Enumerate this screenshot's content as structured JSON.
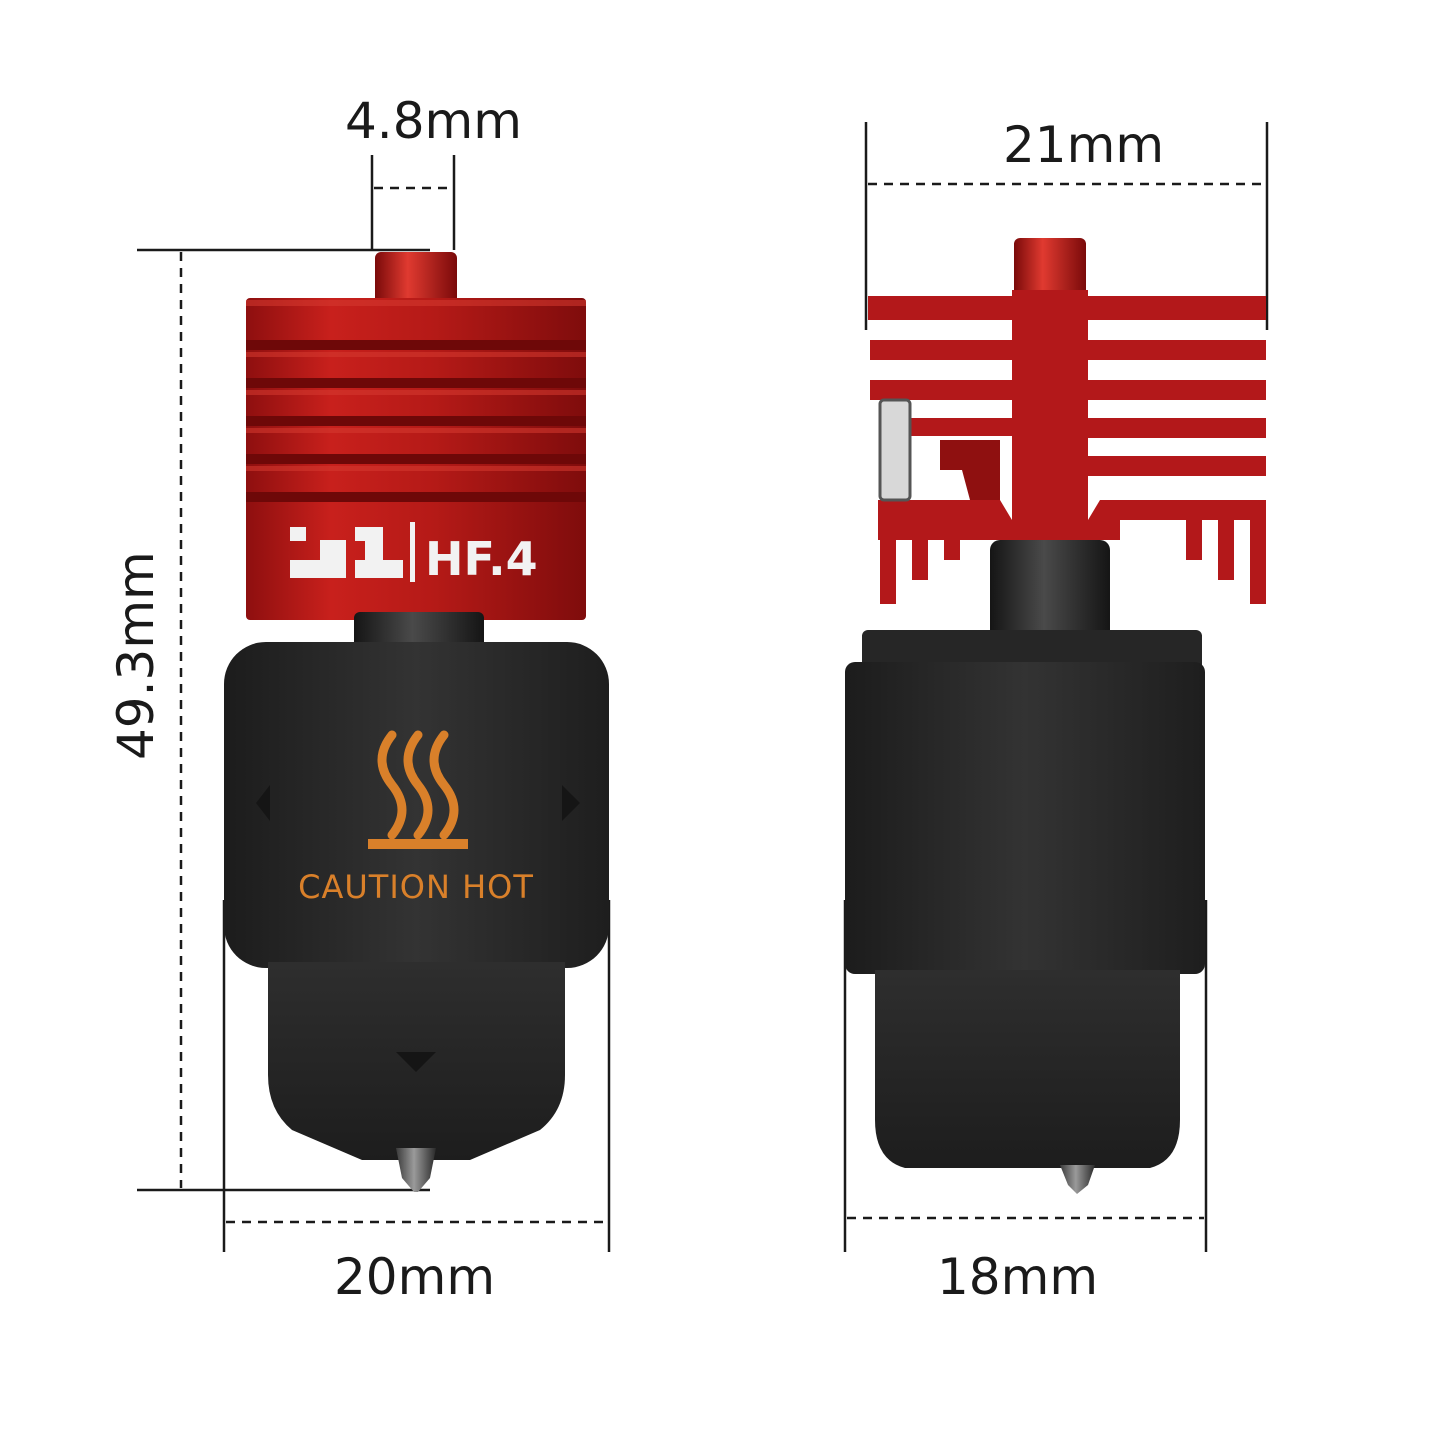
{
  "dimensions": {
    "filament_inlet_width": "4.8mm",
    "heatsink_width": "21mm",
    "hotend_width_front": "20mm",
    "hotend_width_side": "18mm",
    "total_height": "49.3mm"
  },
  "product": {
    "heatsink_badge": "HF.4",
    "warning_text": "CAUTION HOT"
  },
  "colors": {
    "heatsink_red": "#c01a1a",
    "body_black": "#2b2b2b",
    "warning_orange": "#d9802a",
    "dimension_line": "#1a1a1a"
  },
  "icons": {
    "heat": "heat-warning-icon",
    "arrow_left": "triangle-left-icon",
    "arrow_right": "triangle-right-icon",
    "arrow_down": "triangle-down-icon"
  }
}
